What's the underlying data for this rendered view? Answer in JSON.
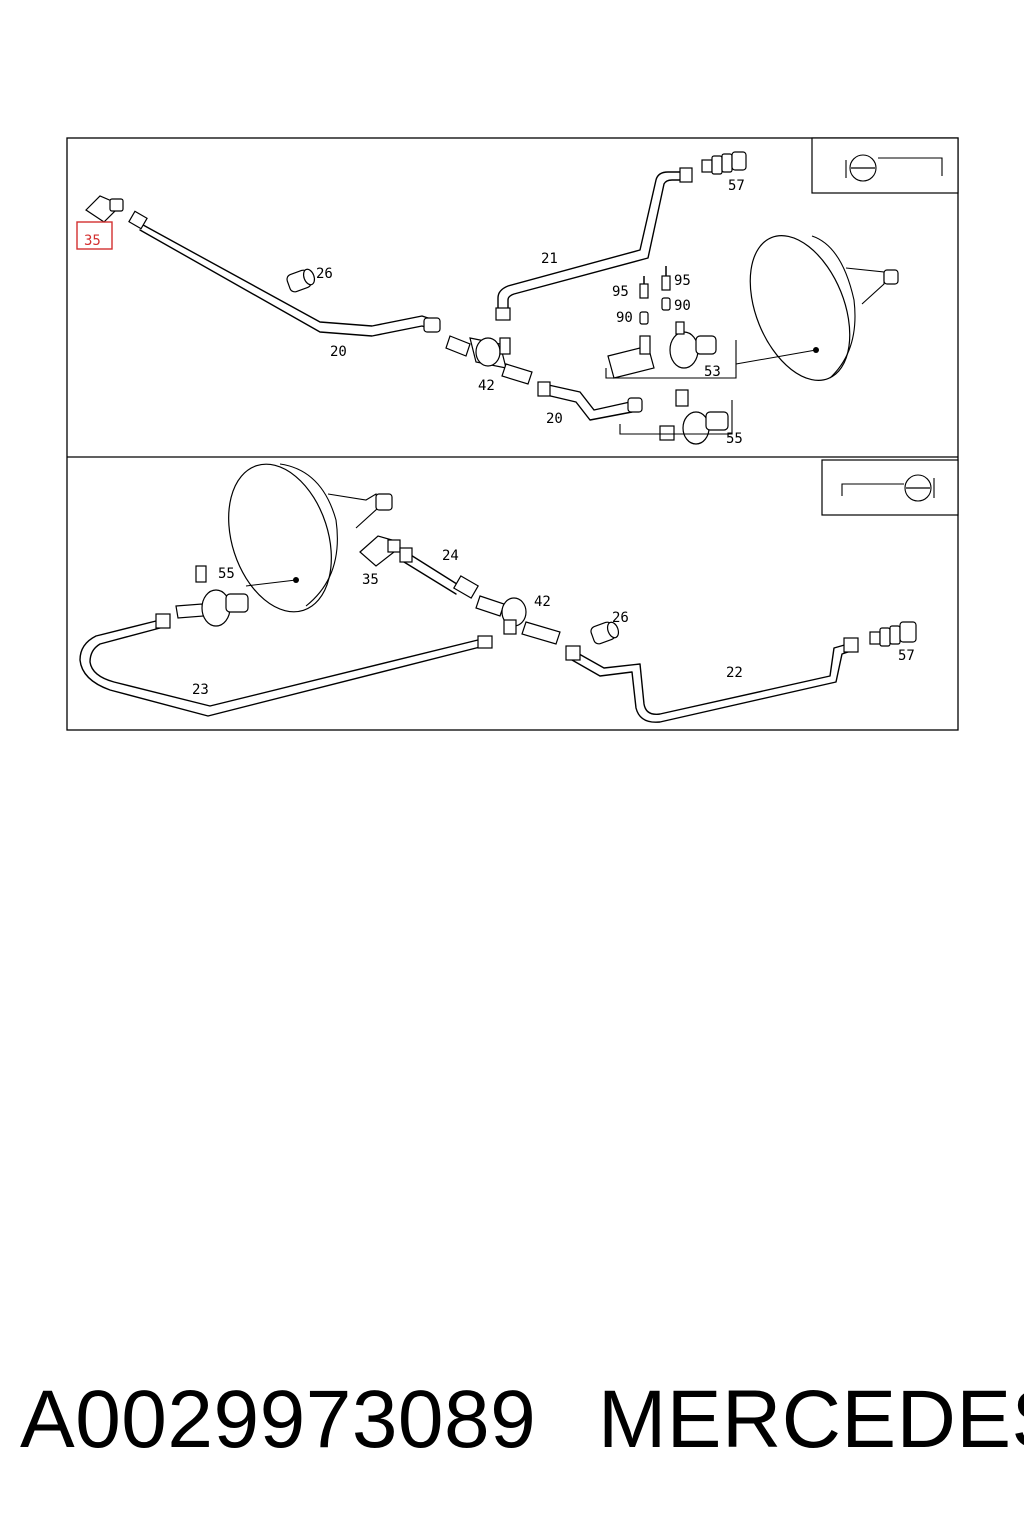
{
  "diagram": {
    "top_panel_labels": {
      "p35": "35",
      "p26": "26",
      "p20a": "20",
      "p20b": "20",
      "p21": "21",
      "p42": "42",
      "p57": "57",
      "p95a": "95",
      "p95b": "95",
      "p90a": "90",
      "p90b": "90",
      "p53": "53",
      "p55": "55"
    },
    "bottom_panel_labels": {
      "p55": "55",
      "p35": "35",
      "p24": "24",
      "p42": "42",
      "p26": "26",
      "p57": "57",
      "p23": "23",
      "p22": "22"
    },
    "highlighted_part": "35",
    "highlight_color": "#d32f2f"
  },
  "footer": {
    "part_number": "A0029973089",
    "brand": "MERCEDES"
  }
}
